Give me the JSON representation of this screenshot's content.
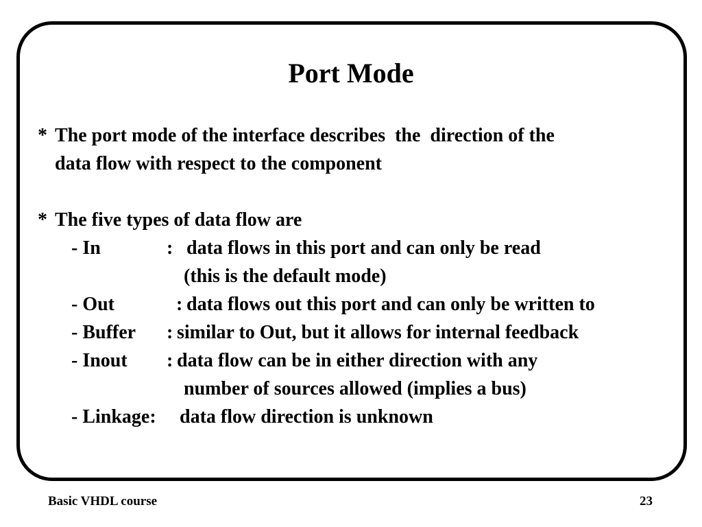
{
  "slide": {
    "title": "Port Mode",
    "bullet1": {
      "marker": "*",
      "line1": "The port mode of the interface describes  the  direction of the",
      "line2": "data flow with respect to the component"
    },
    "bullet2": {
      "marker": "*",
      "text": "The five types of data flow are"
    },
    "modes": [
      {
        "name": "- In",
        "separator": ":",
        "description": "data flows in this port and can only be read",
        "continuation": "(this is the default mode)"
      },
      {
        "name": "- Out",
        "separator": ":",
        "description": "data flows out this port and can only be written to"
      },
      {
        "name": "- Buffer",
        "separator": ":",
        "description": "similar to Out, but it allows for internal feedback"
      },
      {
        "name": "- Inout",
        "separator": ":",
        "description": "data flow can be in either direction with any",
        "continuation": "number of sources allowed (implies a bus)"
      },
      {
        "name": "- Linkage:",
        "description": "data flow direction is unknown"
      }
    ]
  },
  "footer": {
    "course": "Basic VHDL course",
    "page_number": "23"
  }
}
